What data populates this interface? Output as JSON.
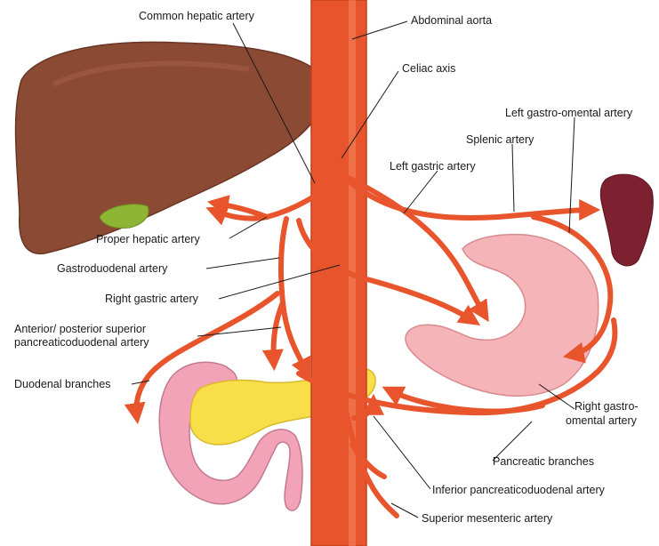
{
  "labels": {
    "common_hepatic": "Common hepatic artery",
    "abdominal_aorta": "Abdominal aorta",
    "celiac_axis": "Celiac axis",
    "left_gastro_omental": "Left gastro-omental artery",
    "splenic": "Splenic artery",
    "left_gastric": "Left gastric artery",
    "proper_hepatic": "Proper hepatic artery",
    "gastroduodenal": "Gastroduodenal artery",
    "right_gastric": "Right gastric artery",
    "ant_post_sup_line1": "Anterior/ posterior superior",
    "ant_post_sup_line2": "pancreaticoduodenal artery",
    "duodenal": "Duodenal branches",
    "right_gastro_omental_line1": "Right gastro-",
    "right_gastro_omental_line2": "omental artery",
    "pancreatic_branches": "Pancreatic branches",
    "inferior_pd": "Inferior pancreaticoduodenal artery",
    "superior_mesenteric": "Superior mesenteric artery"
  },
  "colors": {
    "artery": "#e8552c",
    "artery_dark": "#c2401c",
    "liver": "#8b4a34",
    "gallbladder": "#8fb535",
    "spleen": "#7d2030",
    "stomach": "#f5b5b8",
    "pancreas": "#f8df4a",
    "duodenum": "#f3a3b8"
  }
}
